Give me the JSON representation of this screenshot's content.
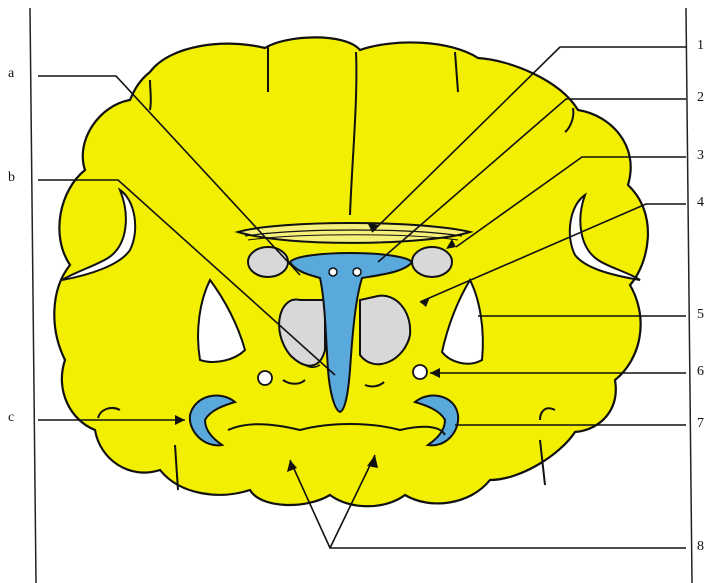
{
  "labels": {
    "left": {
      "a": "a",
      "b": "b",
      "c": "c"
    },
    "right": {
      "r1": "1",
      "r2": "2",
      "r3": "3",
      "r4": "4",
      "r5": "5",
      "r6": "6",
      "r7": "7",
      "r8": "8"
    }
  },
  "colors": {
    "brain": "#f2ef00",
    "ventricle": "#5aa9dc",
    "gray_matter": "#d8d8d8",
    "outline": "#111111",
    "background": "#ffffff"
  }
}
